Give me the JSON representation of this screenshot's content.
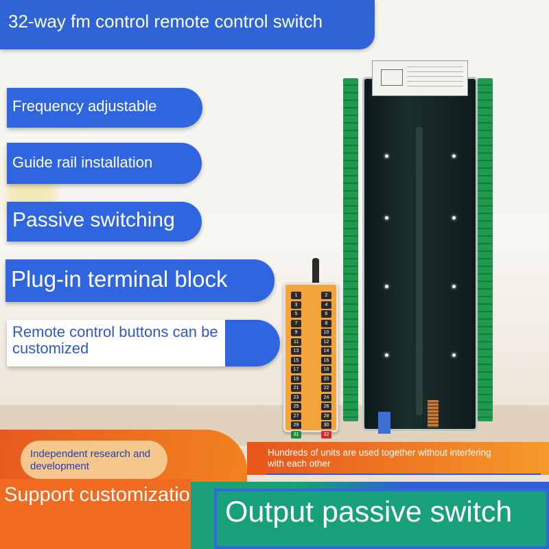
{
  "title": "32-way fm control remote control switch",
  "features": [
    "Frequency adjustable",
    "Guide rail installation",
    "Passive switching",
    "Plug-in terminal block",
    "Remote control buttons can be customized"
  ],
  "remote_keys": [
    "1",
    "2",
    "3",
    "4",
    "5",
    "6",
    "7",
    "8",
    "9",
    "10",
    "11",
    "12",
    "13",
    "14",
    "15",
    "16",
    "17",
    "18",
    "19",
    "20",
    "21",
    "22",
    "23",
    "24",
    "25",
    "26",
    "27",
    "28",
    "29",
    "30",
    "31",
    "32"
  ],
  "badges": {
    "research": "Independent research and development",
    "hundreds": "Hundreds of units are used together without interfering with each other",
    "support": "Support customization",
    "output": "Output passive switch"
  },
  "colors": {
    "brand_blue": "#2f66e0",
    "orange": "#f06a1f",
    "green": "#18a07a",
    "terminal_green": "#1f9a4f"
  }
}
